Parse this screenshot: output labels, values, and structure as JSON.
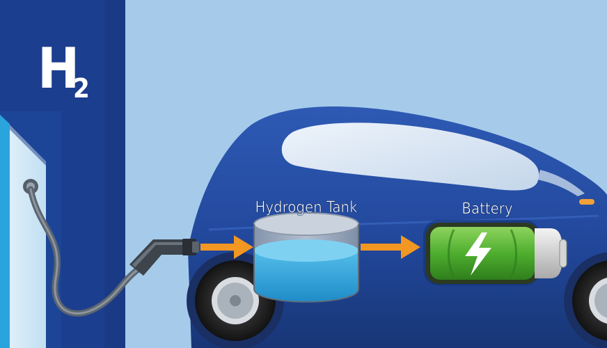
{
  "station": {
    "label_main": "H",
    "label_sub": "2"
  },
  "labels": {
    "tank": "Hydrogen Tank",
    "battery": "Battery"
  },
  "icons": [
    "hydrogen-station-sign",
    "fuel-nozzle",
    "hydrogen-tank",
    "battery",
    "lightning-bolt"
  ],
  "colors": {
    "background": "#a6cbea",
    "station_dark": "#1c3e8e",
    "station_mid": "#2559b5",
    "car_body": "#22489c",
    "tank_liquid": "#3aa7dc",
    "arrow": "#f29722",
    "battery_green": "#57b634"
  }
}
